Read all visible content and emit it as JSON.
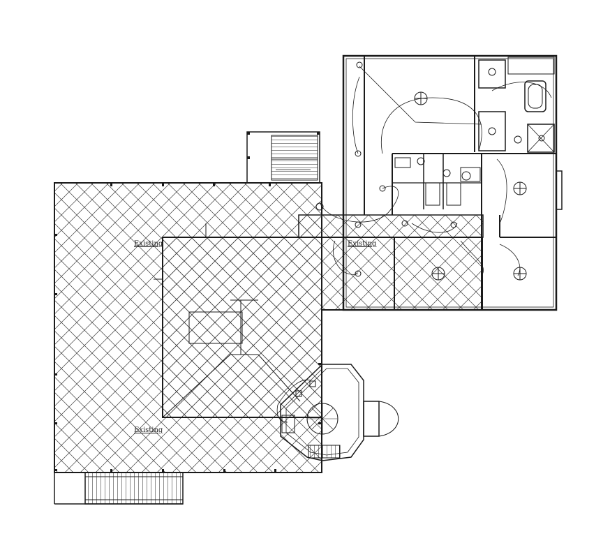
{
  "drawing": {
    "labels": {
      "existing_top_left": "Existing",
      "existing_top_center": "Existing",
      "existing_bottom_left": "Existing"
    }
  },
  "colors": {
    "line": "#1a1a1a",
    "hatch": "#3a3a3a",
    "background": "#ffffff"
  }
}
